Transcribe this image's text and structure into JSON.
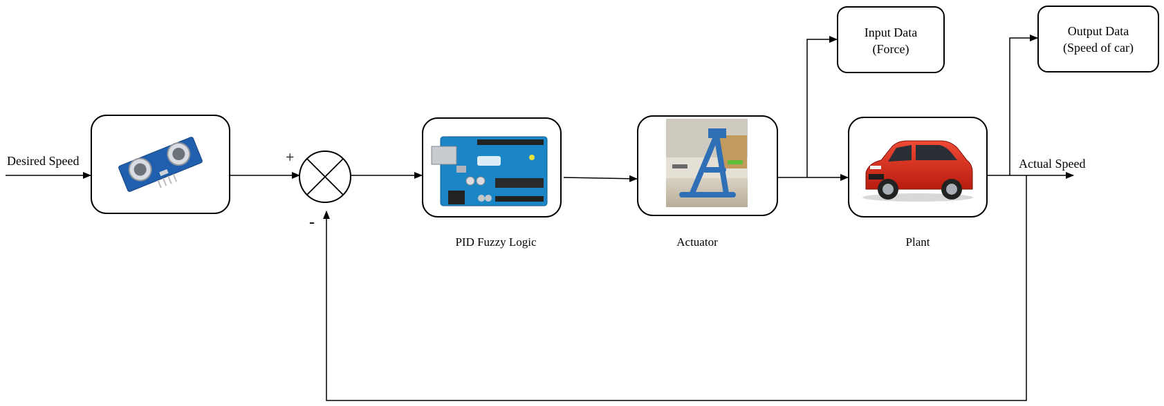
{
  "labels": {
    "desired_speed": "Desired Speed",
    "plus_sign": "+",
    "minus_sign": "-",
    "pid": "PID Fuzzy Logic",
    "actuator": "Actuator",
    "plant": "Plant",
    "actual_speed": "Actual Speed"
  },
  "boxes": {
    "input_data": {
      "line1": "Input Data",
      "line2": "(Force)"
    },
    "output_data": {
      "line1": "Output Data",
      "line2": "(Speed of car)"
    }
  },
  "colors": {
    "sensor_board": "#1f5fae",
    "sensor_cylinder": "#c7ccd3",
    "arduino_board": "#1b86c6",
    "actuator_frame": "#2f6fb6",
    "car_body": "#d42a1c"
  }
}
